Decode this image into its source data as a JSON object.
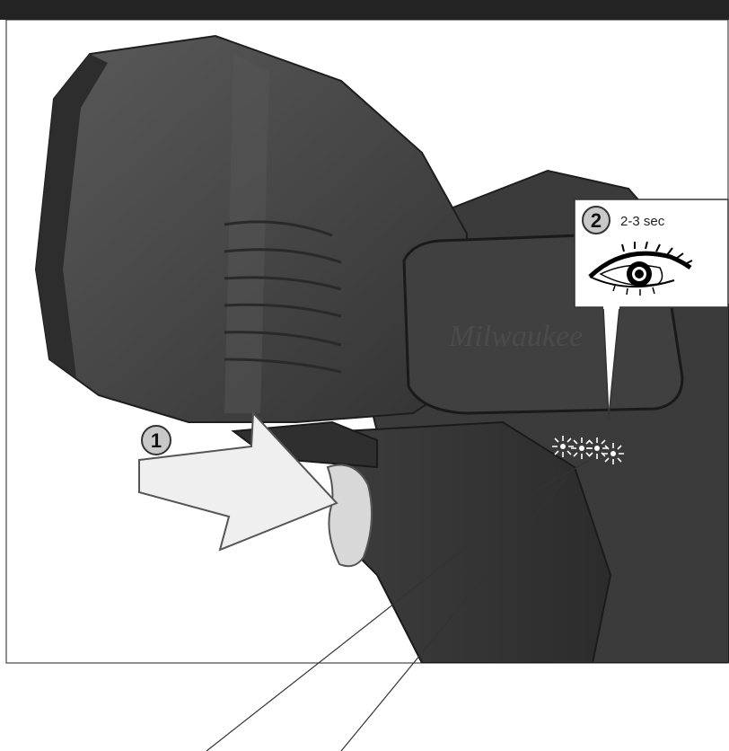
{
  "step1": {
    "number": "1"
  },
  "step2": {
    "number": "2",
    "duration": "2-3 sec"
  },
  "icons": {
    "push_arrow": "arrow-right-icon",
    "eye": "eye-icon",
    "led_indicator": "led-indicator-icon"
  },
  "colors": {
    "header_bar": "#232323",
    "body_dark": "#3a3a3a",
    "body_mid": "#4a4a4a",
    "trigger": "#d8d8d8",
    "arrow_fill": "#efefef",
    "badge_fill": "#c8c8c8"
  }
}
